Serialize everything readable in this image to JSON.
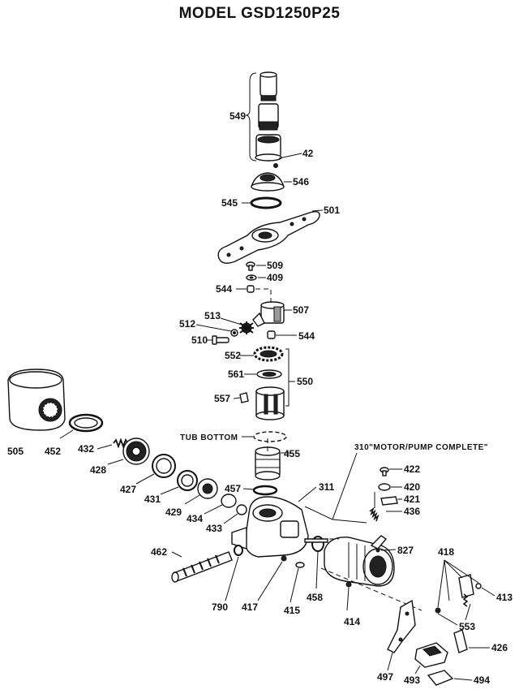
{
  "title": "MODEL GSD1250P25",
  "captions": {
    "tub_bottom": "TUB BOTTOM",
    "motor_pump": "310\"MOTOR/PUMP COMPLETE\""
  },
  "callouts": {
    "c549": "549",
    "c42": "42",
    "c546": "546",
    "c545": "545",
    "c501": "501",
    "c509": "509",
    "c409": "409",
    "c544a": "544",
    "c507": "507",
    "c513": "513",
    "c512": "512",
    "c510": "510",
    "c544b": "544",
    "c552": "552",
    "c561": "561",
    "c550": "550",
    "c557": "557",
    "c505": "505",
    "c452": "452",
    "c432": "432",
    "c428": "428",
    "c427": "427",
    "c431": "431",
    "c429": "429",
    "c434": "434",
    "c433": "433",
    "c457": "457",
    "c455": "455",
    "c311": "311",
    "c422": "422",
    "c420": "420",
    "c421": "421",
    "c436": "436",
    "c827": "827",
    "c462": "462",
    "c790": "790",
    "c417": "417",
    "c415": "415",
    "c458": "458",
    "c414": "414",
    "c418": "418",
    "c413": "413",
    "c553": "553",
    "c426": "426",
    "c497": "497",
    "c493": "493",
    "c494": "494"
  }
}
